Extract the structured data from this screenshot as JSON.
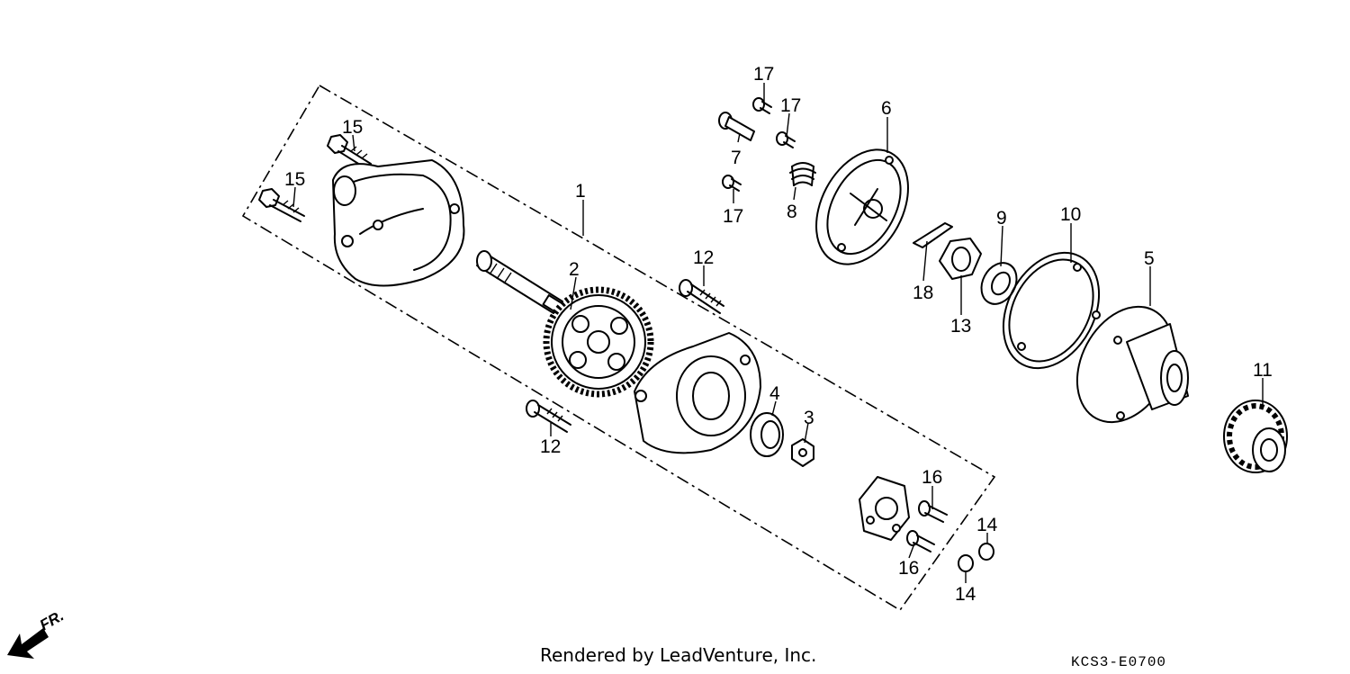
{
  "callouts": [
    "1",
    "2",
    "3",
    "4",
    "5",
    "6",
    "7",
    "8",
    "9",
    "10",
    "11",
    "12",
    "12",
    "13",
    "14",
    "14",
    "15",
    "15",
    "16",
    "16",
    "17",
    "17",
    "17",
    "18"
  ],
  "front_label": "FR.",
  "footer_credit": "Rendered by LeadVenture, Inc.",
  "diagram_code": "KCS3-E0700"
}
